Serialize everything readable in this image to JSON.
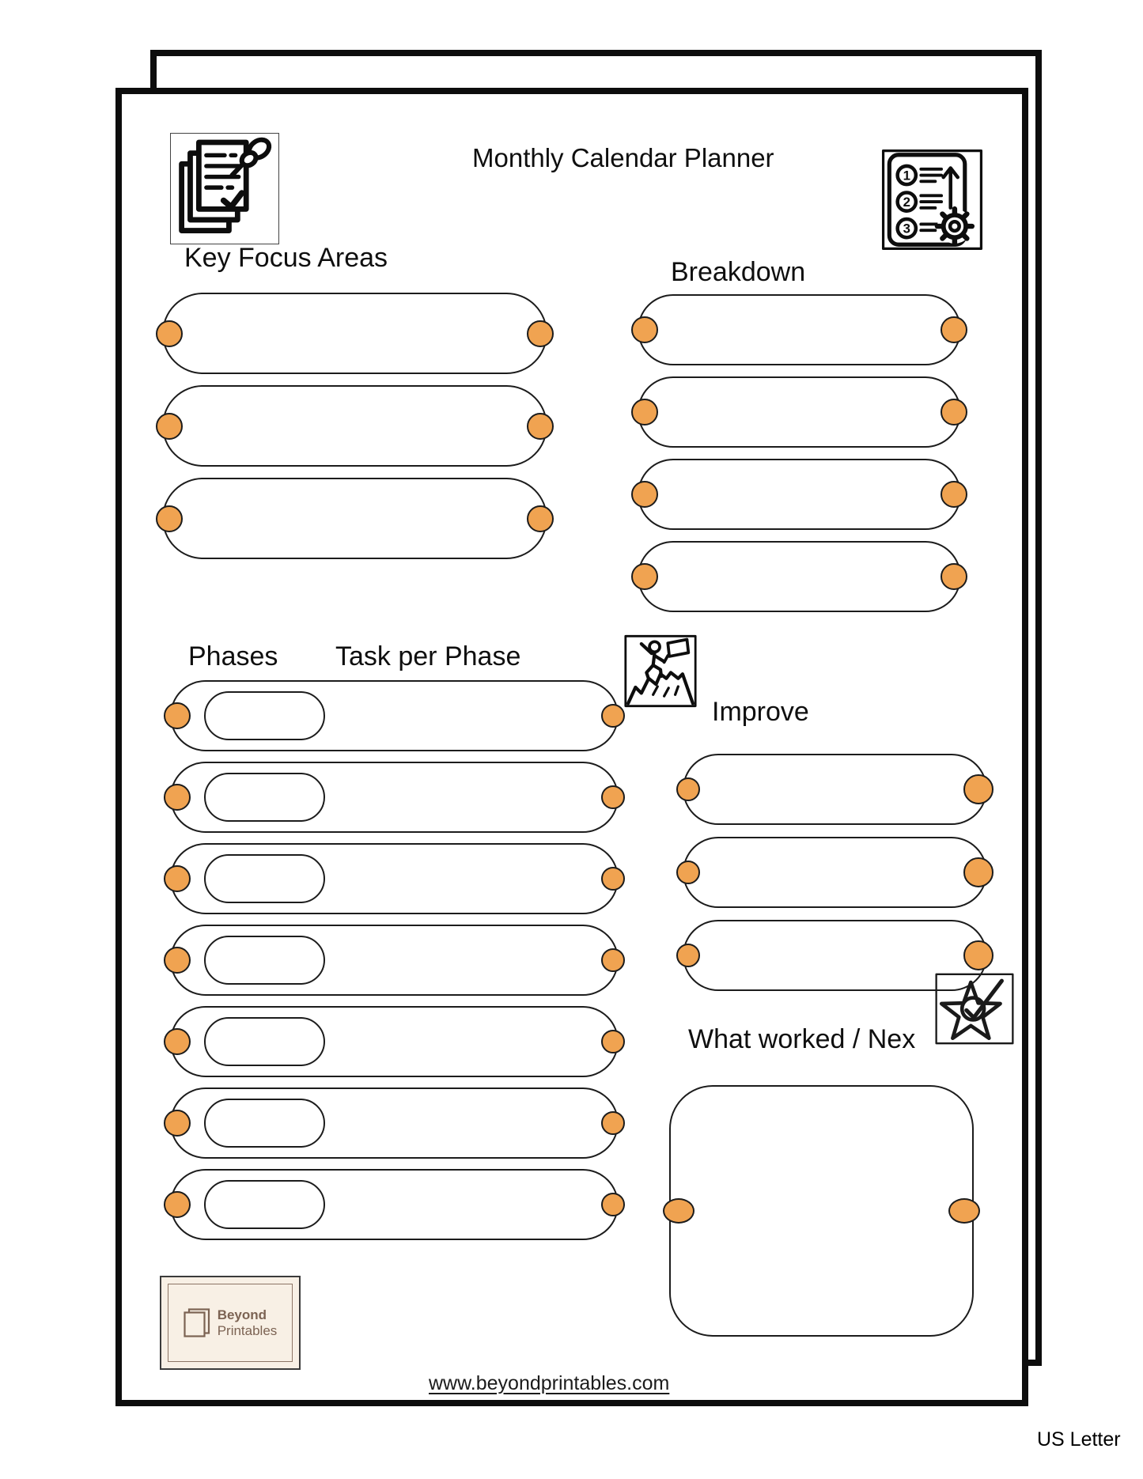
{
  "page": {
    "title": "Monthly Calendar Planner",
    "footer_link": "www.beyondprintables.com",
    "paper_size_label": "US Letter"
  },
  "colors": {
    "accent_orange": "#F0A351",
    "ink_black": "#1C1C1C",
    "logo_brown": "#7C6353",
    "logo_background": "#F8F0E5"
  },
  "icons": {
    "top_left": "clipboard-pushpin-icon",
    "top_right": "priority-steps-gear-icon",
    "middle": "mountain-climber-flag-icon",
    "bottom_right": "star-checkmark-icon",
    "logo": "stacked-pages-icon"
  },
  "sections": {
    "key_focus": {
      "heading": "Key Focus Areas",
      "rows": 3
    },
    "breakdown": {
      "heading": "Breakdown",
      "rows": 4
    },
    "phases": {
      "heading": "Phases",
      "heading2": "Task per Phase",
      "rows": 7
    },
    "improve": {
      "heading": "Improve",
      "rows": 3
    },
    "what_worked": {
      "heading": "What worked / Nex"
    }
  },
  "logo": {
    "line1": "Beyond",
    "line2": "Printables"
  }
}
